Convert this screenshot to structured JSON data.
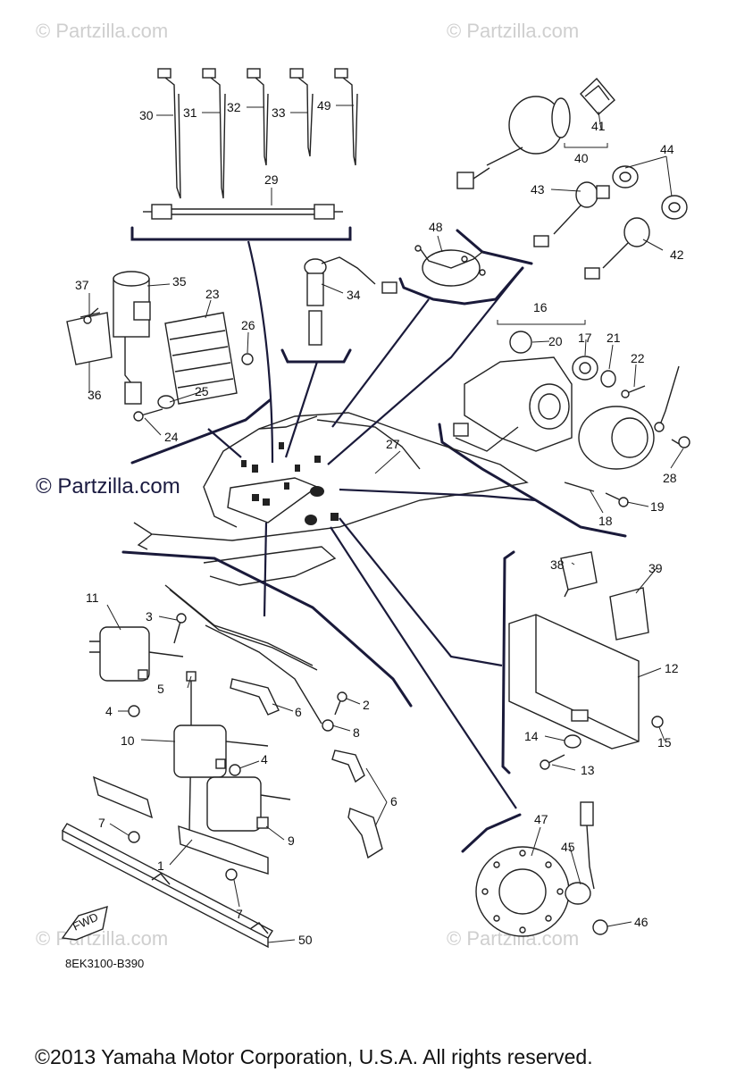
{
  "watermark": "© Partzilla.com",
  "watermark_center": "© Partzilla.com",
  "drawing_code": "8EK3100-B390",
  "fwd_label": "FWD",
  "copyright": "©2013 Yamaha Motor Corporation, U.S.A. All rights reserved.",
  "callouts": {
    "c1": "1",
    "c2": "2",
    "c3": "3",
    "c4a": "4",
    "c4b": "4",
    "c5": "5",
    "c6a": "6",
    "c6b": "6",
    "c7a": "7",
    "c7b": "7",
    "c8": "8",
    "c9": "9",
    "c10": "10",
    "c11": "11",
    "c12": "12",
    "c13": "13",
    "c14": "14",
    "c15": "15",
    "c16": "16",
    "c17": "17",
    "c18": "18",
    "c19": "19",
    "c20": "20",
    "c21": "21",
    "c22": "22",
    "c23": "23",
    "c24": "24",
    "c25": "25",
    "c26": "26",
    "c27": "27",
    "c28": "28",
    "c29": "29",
    "c30": "30",
    "c31": "31",
    "c32": "32",
    "c33": "33",
    "c34": "34",
    "c35": "35",
    "c36": "36",
    "c37": "37",
    "c38": "38",
    "c39": "39",
    "c40": "40",
    "c41": "41",
    "c42": "42",
    "c43": "43",
    "c44": "44",
    "c45": "45",
    "c46": "46",
    "c47": "47",
    "c48": "48",
    "c49": "49",
    "c50": "50"
  }
}
